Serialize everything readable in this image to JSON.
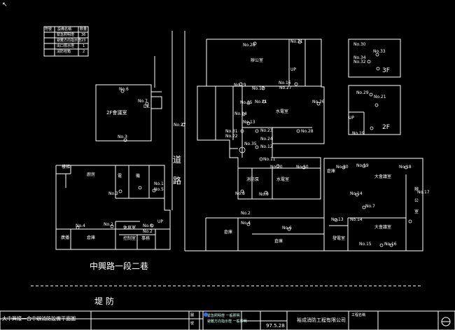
{
  "drawing": {
    "top_left_mark": "↖",
    "street_bottom": "中興路一段二巷",
    "embankment": "堤 防",
    "road_vertical": [
      "道",
      "路"
    ],
    "left_building_title": "2F會議室",
    "dk": "DK",
    "up_labels": [
      "UP",
      "UP",
      "UP"
    ],
    "floor_3f": "3F",
    "floor_2f": "2F"
  },
  "legend": {
    "headers": [
      "符號",
      "設備名稱",
      "數量"
    ],
    "rows": [
      {
        "name": "緊急照明燈",
        "qty": "36"
      },
      {
        "name": "避難方向指示燈",
        "qty": "23"
      },
      {
        "name": "出口標示燈",
        "qty": "1"
      },
      {
        "name": "消防栓箱",
        "qty": "2"
      }
    ]
  },
  "rooms": [
    "消防泵",
    "電",
    "機",
    "廚房",
    "倉庫",
    "水電室",
    "辦公室",
    "樓梯",
    "事務",
    "休息室",
    "廣播",
    "控制室",
    "大會議室",
    "倉庫",
    "辦",
    "公",
    "室",
    "倉庫",
    "發電室"
  ],
  "nos": [
    "No.28",
    "No.31",
    "No.30",
    "No.29",
    "No.33",
    "No.34",
    "No.32",
    "No.6",
    "No.7",
    "No.17",
    "No.16",
    "No.27",
    "No.26",
    "No.21",
    "No.15",
    "No.14",
    "No.25",
    "No.36",
    "No.13",
    "No.22",
    "No.23",
    "No.24",
    "No.35",
    "No.12",
    "No.11",
    "No.20",
    "No.10",
    "No.19",
    "No.18",
    "No.8",
    "No.9",
    "No.3",
    "No.1",
    "No.5",
    "No.4",
    "No.2",
    "No.6",
    "No.19",
    "No.20",
    "No.17",
    "No.14",
    "No.7",
    "No.13",
    "No.14",
    "No.15",
    "No.16"
  ],
  "title_block": {
    "drawing_title": "大中興幢一合中辦消防設備平面圖",
    "company": "裕成消防工程有限公司",
    "date": "97.5.28",
    "project": "工程名稱",
    "legend_items": [
      "緊急照明燈 一般照明",
      "避難方向指示燈 一般照明"
    ],
    "side_labels": [
      "圖",
      "號"
    ]
  }
}
